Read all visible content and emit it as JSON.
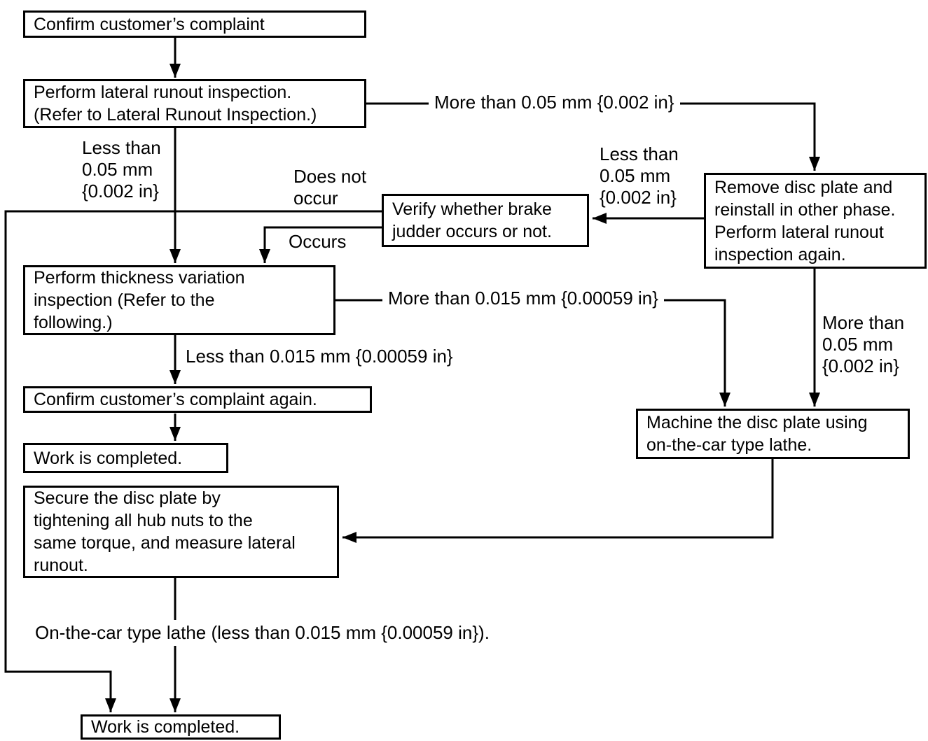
{
  "diagram": {
    "boxes": {
      "confirm1": "Confirm customer’s complaint",
      "lateral": "Perform lateral runout inspection.\n(Refer to Lateral Runout Inspection.)",
      "verify": "Verify whether brake\njudder occurs or not.",
      "remove": "Remove disc plate and\nreinstall in other phase.\nPerform lateral runout\ninspection again.",
      "thickness": "Perform thickness variation\ninspection (Refer to the\nfollowing.)",
      "confirm2": "Confirm customer’s complaint again.",
      "work1": "Work is completed.",
      "machine": "Machine the disc plate using\non-the-car type lathe.",
      "secure": "Secure the disc plate by\ntightening all hub nuts to the\nsame torque, and measure lateral\nrunout.",
      "work2": "Work is completed."
    },
    "labels": {
      "more_005_top": "More than 0.05 mm {0.002 in}",
      "less_005_left": "Less than\n0.05 mm\n{0.002 in}",
      "less_005_right": "Less than\n0.05 mm\n{0.002 in}",
      "does_not_occur": "Does not\noccur",
      "occurs": "Occurs",
      "more_0015": "More than 0.015 mm {0.00059 in}",
      "less_0015": "Less than 0.015 mm {0.00059 in}",
      "more_005_right": "More than\n0.05 mm\n{0.002 in}",
      "lathe_note": "On-the-car type lathe (less than 0.015 mm {0.00059 in})."
    },
    "colors": {
      "line": "#000000",
      "background": "#ffffff",
      "text": "#000000"
    }
  }
}
